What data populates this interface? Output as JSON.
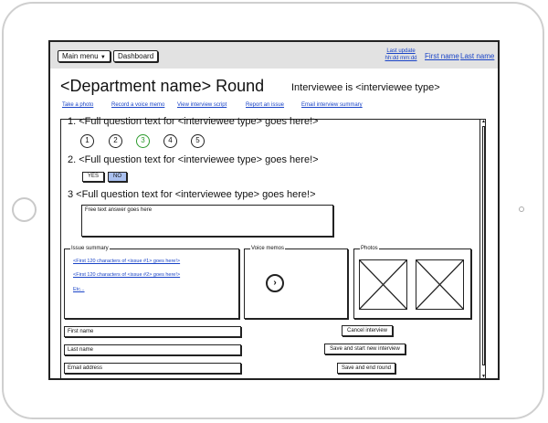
{
  "header": {
    "main_menu": "Main menu",
    "dashboard": "Dashboard",
    "last_update_label": "Last update",
    "last_update_value": "hh:dd mm:dd",
    "first_name": "First name",
    "last_name": "Last name"
  },
  "page": {
    "title": "<Department name> Round",
    "interviewee": "Interviewee is <interviewee type>"
  },
  "actions": {
    "take_photo": "Take a photo",
    "record_memo": "Record a voice memo",
    "view_script": "View interview script",
    "report_issue": "Report an issue",
    "email_summary": "Email interview summary"
  },
  "questions": [
    {
      "text": "1. <Full question text for <interviewee type> goes here!>",
      "options": [
        "1",
        "2",
        "3",
        "4",
        "5"
      ],
      "selected": "3"
    },
    {
      "text": "2. <Full question text for <interviewee type> goes here!>",
      "options": [
        "YES",
        "NO"
      ],
      "selected": "NO"
    },
    {
      "text": "3 <Full question text for <interviewee type> goes here!>",
      "placeholder": "Free text answer goes here"
    }
  ],
  "issue_summary": {
    "label": "Issue summary",
    "items": [
      "<First 120 characters of <issue #1> goes here!>",
      "<First 120 characters of <issue #2> goes here!>",
      "Etc..."
    ]
  },
  "voice_memos": {
    "label": "Voice memos"
  },
  "photos": {
    "label": "Photos"
  },
  "form": {
    "first_name": "First name",
    "last_name": "Last name",
    "email": "Email address",
    "cancel": "Cancel interview",
    "save_new": "Save and start new interview",
    "save_end": "Save and end round"
  },
  "colors": {
    "selected_rating": "#2c9a2c",
    "selected_toggle": "#aac0ef",
    "link": "#1a44c7",
    "topbar": "#e2e2e2"
  }
}
